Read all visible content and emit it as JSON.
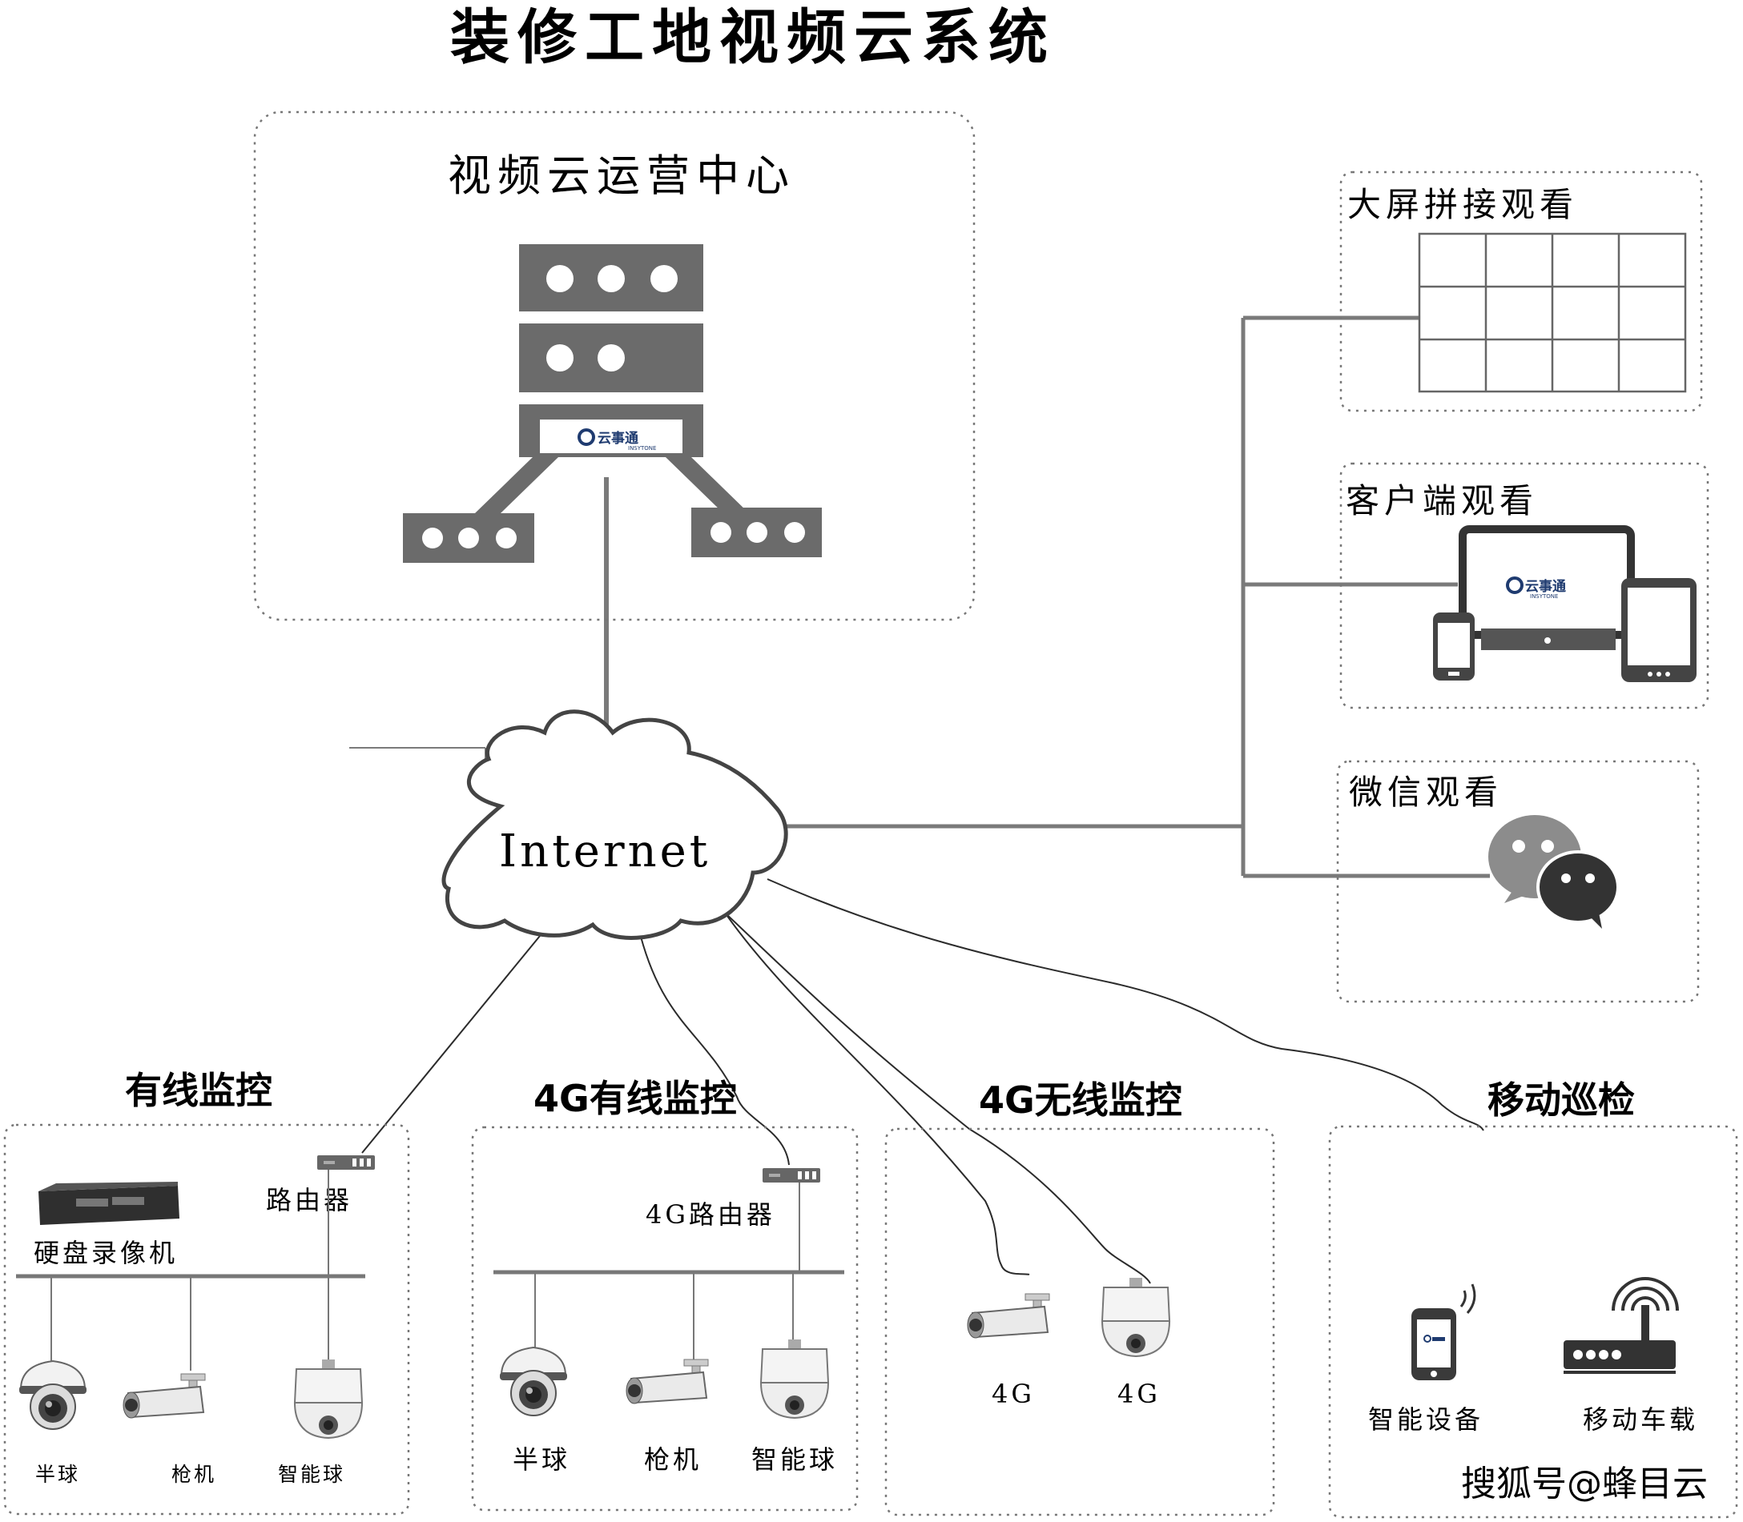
{
  "title": "装修工地视频云系统",
  "center": {
    "title": "视频云运营中心",
    "logo": "云事通",
    "logo_sub": "INSYTONE"
  },
  "internet": "Internet",
  "right": {
    "wall": "大屏拼接观看",
    "client": "客户端观看",
    "wechat": "微信观看"
  },
  "sections": {
    "wired": {
      "title": "有线监控",
      "dvr": "硬盘录像机",
      "router": "路由器",
      "dome": "半球",
      "bullet": "枪机",
      "ptz": "智能球"
    },
    "g4wired": {
      "title": "4G有线监控",
      "router": "4G路由器",
      "dome": "半球",
      "bullet": "枪机",
      "ptz": "智能球"
    },
    "g4wireless": {
      "title": "4G无线监控",
      "cam1": "4G",
      "cam2": "4G"
    },
    "mobile": {
      "title": "移动巡检",
      "device": "智能设备",
      "vehicle": "移动车载"
    }
  },
  "watermark": "搜狐号@蜂目云",
  "colors": {
    "line": "#7a7a7a",
    "box": "#6b6b6b",
    "ink": "#222222"
  }
}
